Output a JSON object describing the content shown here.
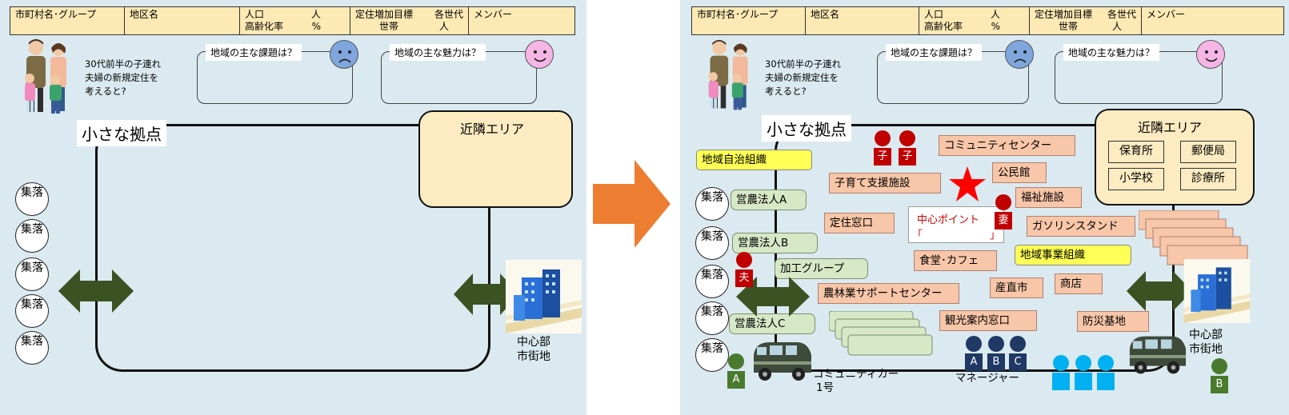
{
  "header": {
    "municipality_label": "市町村名･グループ",
    "district_label": "地区名",
    "population_label": "人口",
    "population_unit": "人",
    "aging_label": "高齢化率",
    "aging_unit": "%",
    "target_label": "定住増加目標",
    "households_label": "各世代",
    "households_label2": "世帯",
    "households_unit": "人",
    "members_label": "メンバー"
  },
  "persona_text": "30代前半の子連れ夫婦の新規定住を考えると?",
  "issue_bubble": "地域の主な課題は？",
  "appeal_bubble": "地域の主な魅力は？",
  "small_base_label": "小さな拠点",
  "near_area": {
    "title": "近隣エリア",
    "facilities": [
      "保育所",
      "郵便局",
      "小学校",
      "診療所"
    ]
  },
  "villages": [
    "集落",
    "集落",
    "集落",
    "集落",
    "集落"
  ],
  "city_label": [
    "中心部",
    "市街地"
  ],
  "right_tags": {
    "local_gov_org": "地域自治組織",
    "farm_corp_a": "営農法人A",
    "farm_corp_b": "営農法人B",
    "farm_corp_c": "営農法人C",
    "processing_group": "加工グループ",
    "community_center": "コミュニティセンター",
    "public_hall": "公民館",
    "childcare_support": "子育て支援施設",
    "welfare": "福祉施設",
    "settlement_window": "定住窓口",
    "gas_station": "ガソリンスタンド",
    "regional_business": "地域事業組織",
    "cafeteria": "食堂･カフェ",
    "agri_support_center": "農林業サポートセンター",
    "direct_sales": "産直市",
    "shop": "商店",
    "tourism_window": "観光案内窓口",
    "disaster_base": "防災基地"
  },
  "center_point": {
    "label": "中心ポイント",
    "bracket_open": "「",
    "bracket_close": "」"
  },
  "people": {
    "child": "子",
    "wife": "妻",
    "husband": "夫",
    "a": "A",
    "b": "B",
    "manager_a": "A",
    "manager_b": "B",
    "manager_c": "C"
  },
  "captions": {
    "community_car": [
      "コミュニティカー",
      "1号"
    ],
    "manager": "マネージャー"
  },
  "colors": {
    "panel_bg": "#dbeaf0",
    "header_bg": "#fde9b4",
    "arrow_green": "#3b5323",
    "big_arrow": "#ed7d31",
    "star": "#ff0000",
    "person_red": "#c00000",
    "person_green": "#4a7a2e",
    "person_navy": "#1f3864",
    "person_blue": "#00b0f0"
  }
}
